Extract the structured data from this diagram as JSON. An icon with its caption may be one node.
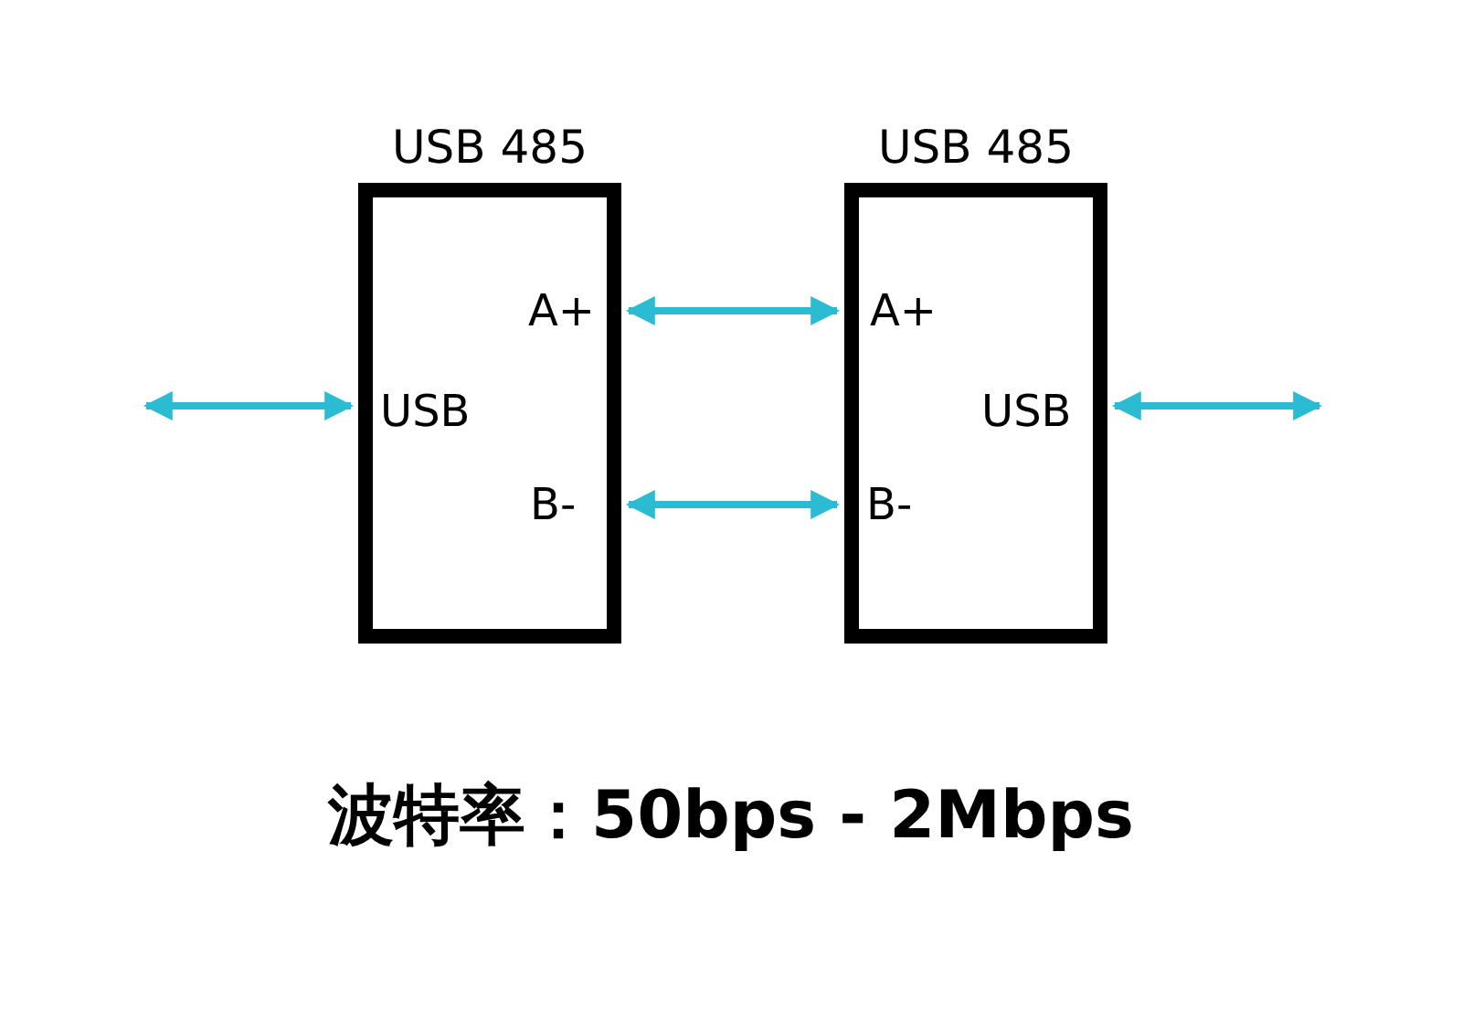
{
  "diagram": {
    "caption": "波特率：50bps - 2Mbps",
    "nodes": [
      {
        "text": [
          "USB 485"
        ]
      },
      {
        "text": [
          "USB 485"
        ]
      }
    ],
    "edges": [
      {
        "from": null,
        "to": 0,
        "arrow": "both"
      },
      {
        "from": 0,
        "to": 1,
        "arrow": "both"
      },
      {
        "from": 0,
        "to": 1,
        "arrow": "both"
      },
      {
        "from": 1,
        "to": null,
        "arrow": "both"
      }
    ],
    "labels": [
      "A+",
      "A+",
      "USB",
      "USB",
      "B-",
      "B-"
    ]
  }
}
